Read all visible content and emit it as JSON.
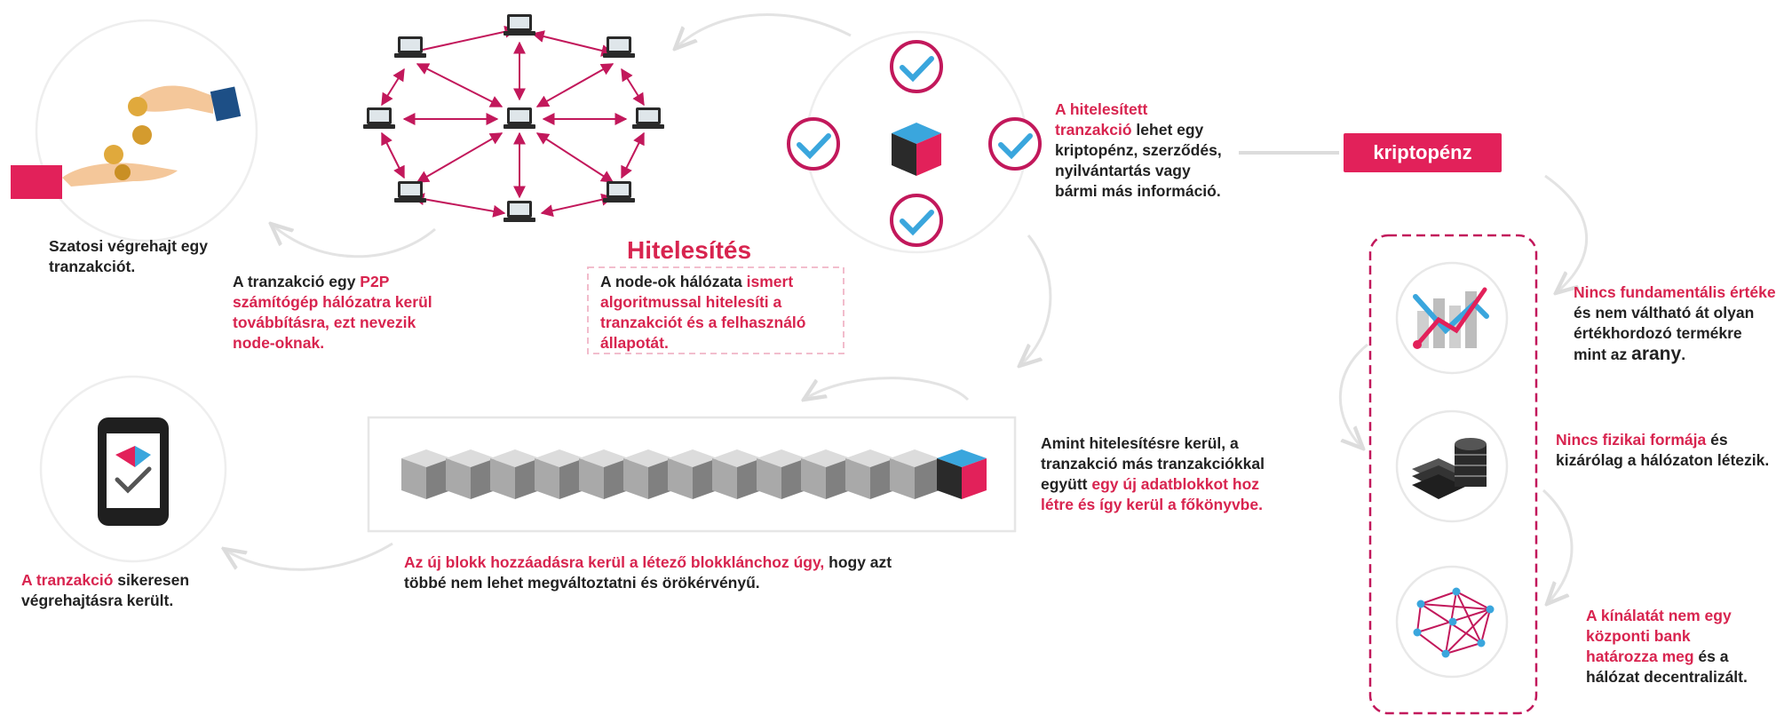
{
  "colors": {
    "accent": "#e2215a",
    "dark": "#1f1f1f",
    "cyan": "#3aa6dd",
    "grey": "#e7e7e7"
  },
  "steps": {
    "s1": [
      "Szatosi végrehajt egy",
      "tranzakciót."
    ],
    "s2_a": "A tranzakció egy ",
    "s2_b": "P2P",
    "s2_c": "számítógép hálózatra kerül",
    "s2_d": "továbbításra, ezt nevezik",
    "s2_e": "node-oknak.",
    "hitelesites_title": "Hitelesítés",
    "s3_a": "A node-ok hálózata ",
    "s3_b": "ismert",
    "s3_c": "algoritmussal hitelesíti a",
    "s3_d": "tranzakciót és a felhasználó",
    "s3_e": "állapotát.",
    "s4_a": "A hitelesített",
    "s4_b": "tranzakció",
    "s4_c": " lehet egy",
    "s4_d": "kriptopénz, szerződés,",
    "s4_e": "nyilvántartás vagy",
    "s4_f": "bármi más információ.",
    "kriptopenz": "kriptopénz",
    "s5_a": "Amint hitelesítésre kerül, a",
    "s5_b": "tranzakció más tranzakciókkal",
    "s5_c": "együtt ",
    "s5_d": "egy új adatblokkot hoz",
    "s5_e": "létre és így kerül a főkönyvbe.",
    "s6_a": "Az új blokk hozzáadásra kerül a létező blokklánchoz úgy,",
    "s6_b": " hogy azt",
    "s6_c": "többé nem lehet megváltoztatni és örökérvényű.",
    "s7_a": "A tranzakció",
    "s7_b": " sikeresen",
    "s7_c": "végrehajtásra került."
  },
  "features": {
    "f1_a": "Nincs fundamentális értéke",
    "f1_b": "és nem váltható át olyan",
    "f1_c": "értékhordozó termékre",
    "f1_d": "mint az ",
    "f1_e": "arany",
    "f1_f": ".",
    "f2_a": "Nincs fizikai formája",
    "f2_b": " és",
    "f2_c": "kizárólag a hálózaton létezik.",
    "f3_a": "A kínálatát nem egy",
    "f3_b": "központi bank",
    "f3_c": "határozza meg",
    "f3_d": " és a",
    "f3_e": "hálózat decentralizált."
  },
  "icons": [
    "coin-hand-icon",
    "laptop-icon",
    "checkmark-icon",
    "cube-icon",
    "blockchain-block-icon",
    "smartphone-icon",
    "chart-icon",
    "coin-stack-icon",
    "network-icon"
  ]
}
